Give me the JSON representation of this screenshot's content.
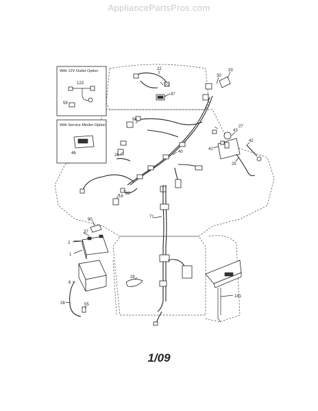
{
  "watermark": "AppliancePartsPros.com",
  "page_number": "1/09",
  "insets": {
    "outlet_option": {
      "title": "With 12V Outlet Option",
      "labels": [
        "123",
        "59"
      ]
    },
    "service_minder_option": {
      "title": "With Service Minder Option",
      "labels": [
        "46"
      ]
    }
  },
  "callouts": {
    "c22": "22",
    "c21": "21",
    "c87": "87",
    "c30": "30",
    "c33": "33",
    "c94": "94",
    "c27": "27",
    "c43": "43",
    "c41": "41",
    "c42": "42",
    "c25": "25",
    "c40": "40",
    "c26": "26",
    "c83": "83",
    "c16": "16",
    "c71": "71",
    "c90": "90",
    "c37": "37",
    "c2": "2",
    "c1": "1",
    "c6": "6",
    "c29": "29",
    "c28": "28",
    "c55": "55",
    "c141": "141"
  }
}
